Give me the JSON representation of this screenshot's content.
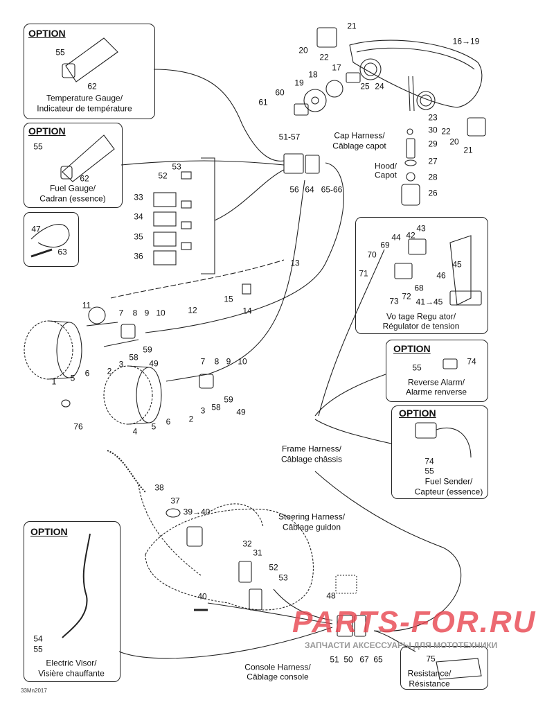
{
  "option_label": "OPTION",
  "callouts": [
    "55",
    "62",
    "Temperature Gauge/",
    "Indicateur de température",
    "55",
    "62",
    "Fuel Gauge/",
    "Cadran (essence)",
    "47",
    "63",
    "53",
    "52",
    "33",
    "34",
    "35",
    "36",
    "13",
    "12",
    "15",
    "14",
    "11",
    "7",
    "8",
    "9",
    "10",
    "59",
    "58",
    "3",
    "49",
    "2",
    "1",
    "5",
    "6",
    "7",
    "8",
    "9",
    "10",
    "59",
    "58",
    "3",
    "49",
    "2",
    "4",
    "5",
    "6",
    "76",
    "21",
    "20",
    "22",
    "16→19",
    "17",
    "18",
    "19",
    "60",
    "61",
    "25",
    "24",
    "23",
    "30",
    "29",
    "27",
    "28",
    "26",
    "Hood/",
    "Capot",
    "22",
    "20",
    "21",
    "51-57",
    "Cap Harness/",
    "Câblage capot",
    "56",
    "64",
    "65-66",
    "43",
    "44",
    "42",
    "69",
    "70",
    "71",
    "45",
    "46",
    "68",
    "72",
    "73",
    "41→45",
    "Vo tage Regu ator/",
    "Régulator de tension",
    "55",
    "74",
    "Reverse Alarm/",
    "Alarme renverse",
    "74",
    "55",
    "Fuel Sender/",
    "Capteur (essence)",
    "Frame Harness/",
    "Câblage châssis",
    "38",
    "37",
    "39→40",
    "32",
    "31",
    "52",
    "53",
    "40",
    "48",
    "Steering Harness/",
    "Câblage guidon",
    "54",
    "55",
    "Electric Visor/",
    "Visière chauffante",
    "51",
    "50",
    "67",
    "65",
    "Console Harness/",
    "Câblage console",
    "75",
    "Resistance/",
    "Résistance"
  ],
  "figure_ref": "33Mn2017",
  "watermark": {
    "brand": "PARTS-FOR.RU",
    "tagline": "ЗАПЧАСТИ АКСЕССУАРЫ ДЛЯ МОТОТЕХНИКИ",
    "color": "#e8444e"
  }
}
